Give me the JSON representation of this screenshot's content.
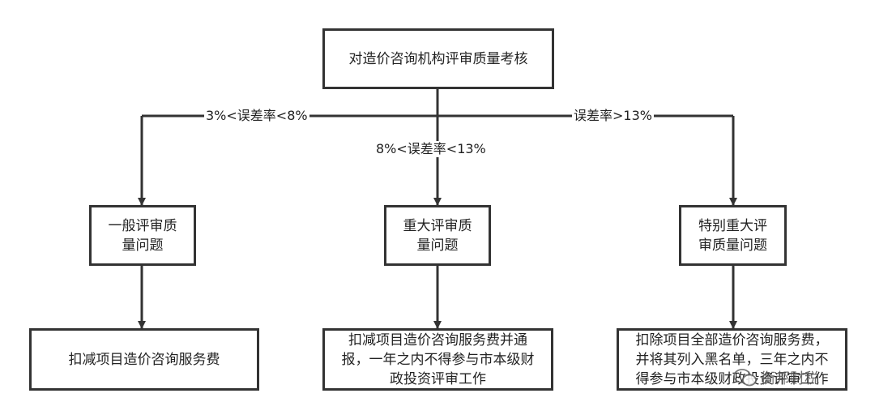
{
  "root": {
    "label": "对造价咨询机构评审质量考核"
  },
  "edges": {
    "left": "3%<误差率<8%",
    "middle": "8%<误差率<13%",
    "right": "误差率>13%"
  },
  "categories": {
    "general": {
      "line1": "一般评审质",
      "line2": "量问题"
    },
    "major": {
      "line1": "重大评审质",
      "line2": "量问题"
    },
    "severe": {
      "line1": "特别重大评",
      "line2": "审质量问题"
    }
  },
  "outcomes": {
    "general": {
      "line1": "扣减项目造价咨询服务费"
    },
    "major": {
      "line1": "扣减项目造价咨询服务费并通",
      "line2": "报，一年之内不得参与市本级财",
      "line3": "政投资评审工作"
    },
    "severe": {
      "line1": "扣除项目全部造价咨询服务费，",
      "line2": "并将其列入黑名单，三年之内不",
      "line3": "得参与市本级财政投资评审工作"
    }
  },
  "watermark": {
    "text": "衡邦财税",
    "icon": "wechat-bubble-icon"
  }
}
